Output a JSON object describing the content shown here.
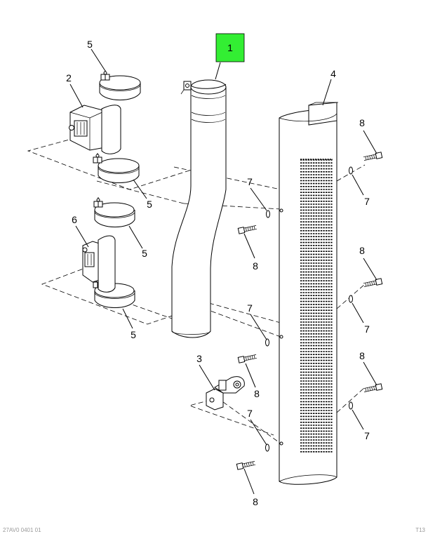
{
  "diagram": {
    "highlight_color": "#33ee33",
    "callouts": {
      "c1": "1",
      "c2": "2",
      "c3": "3",
      "c4": "4",
      "c5": "5",
      "c6": "6",
      "c7": "7",
      "c8": "8"
    },
    "footer": {
      "left": "27AV0 0401 01",
      "right": "T13"
    }
  }
}
